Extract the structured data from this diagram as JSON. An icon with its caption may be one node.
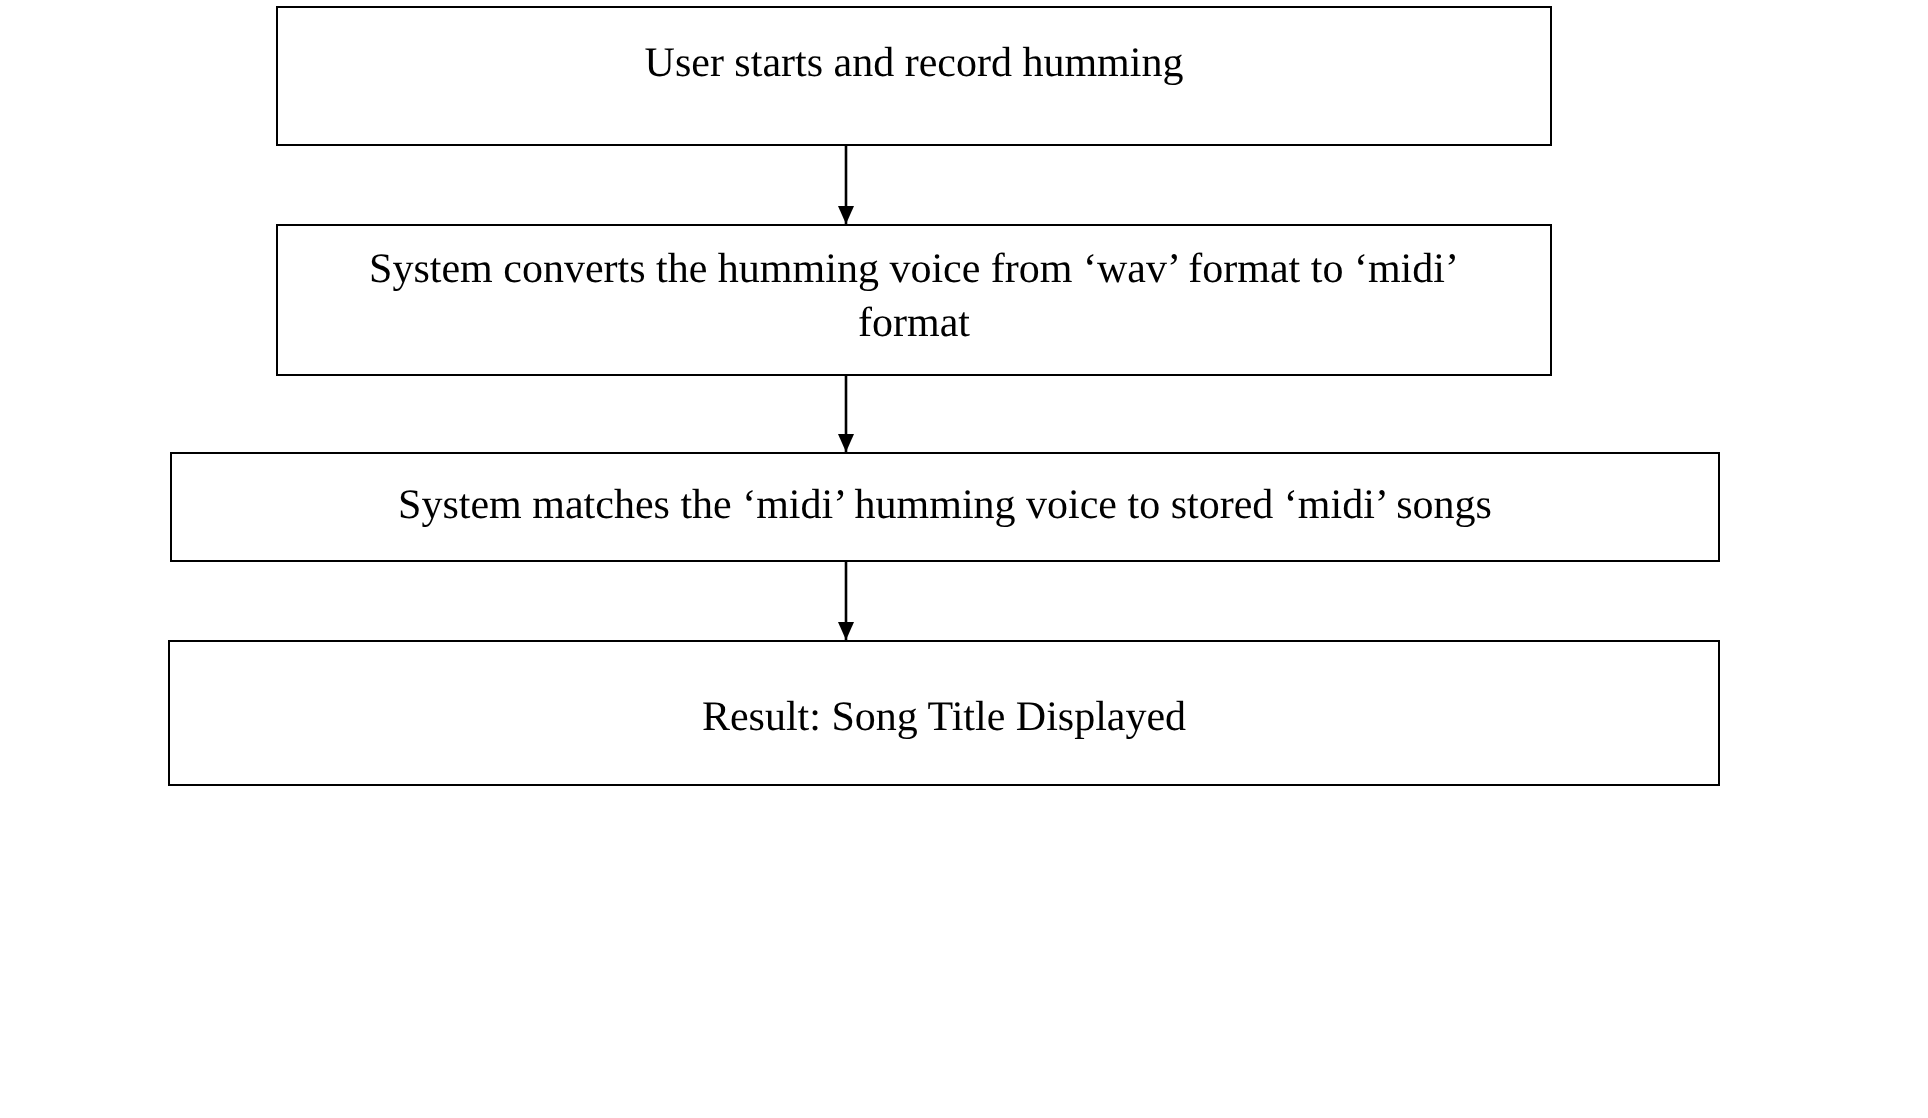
{
  "diagram": {
    "nodes": [
      {
        "text": [
          "User starts and record humming"
        ]
      },
      {
        "text": [
          "System converts the humming voice from ‘wav’ format to ‘midi’ format"
        ]
      },
      {
        "text": [
          "System matches the ‘midi’ humming voice to stored ‘midi’ songs"
        ]
      },
      {
        "text": [
          "Result: Song Title Displayed"
        ]
      }
    ],
    "edges": [
      {
        "from": 0,
        "to": 1,
        "arrow": "to"
      },
      {
        "from": 1,
        "to": 2,
        "arrow": "to"
      },
      {
        "from": 2,
        "to": 3,
        "arrow": "to"
      }
    ]
  }
}
